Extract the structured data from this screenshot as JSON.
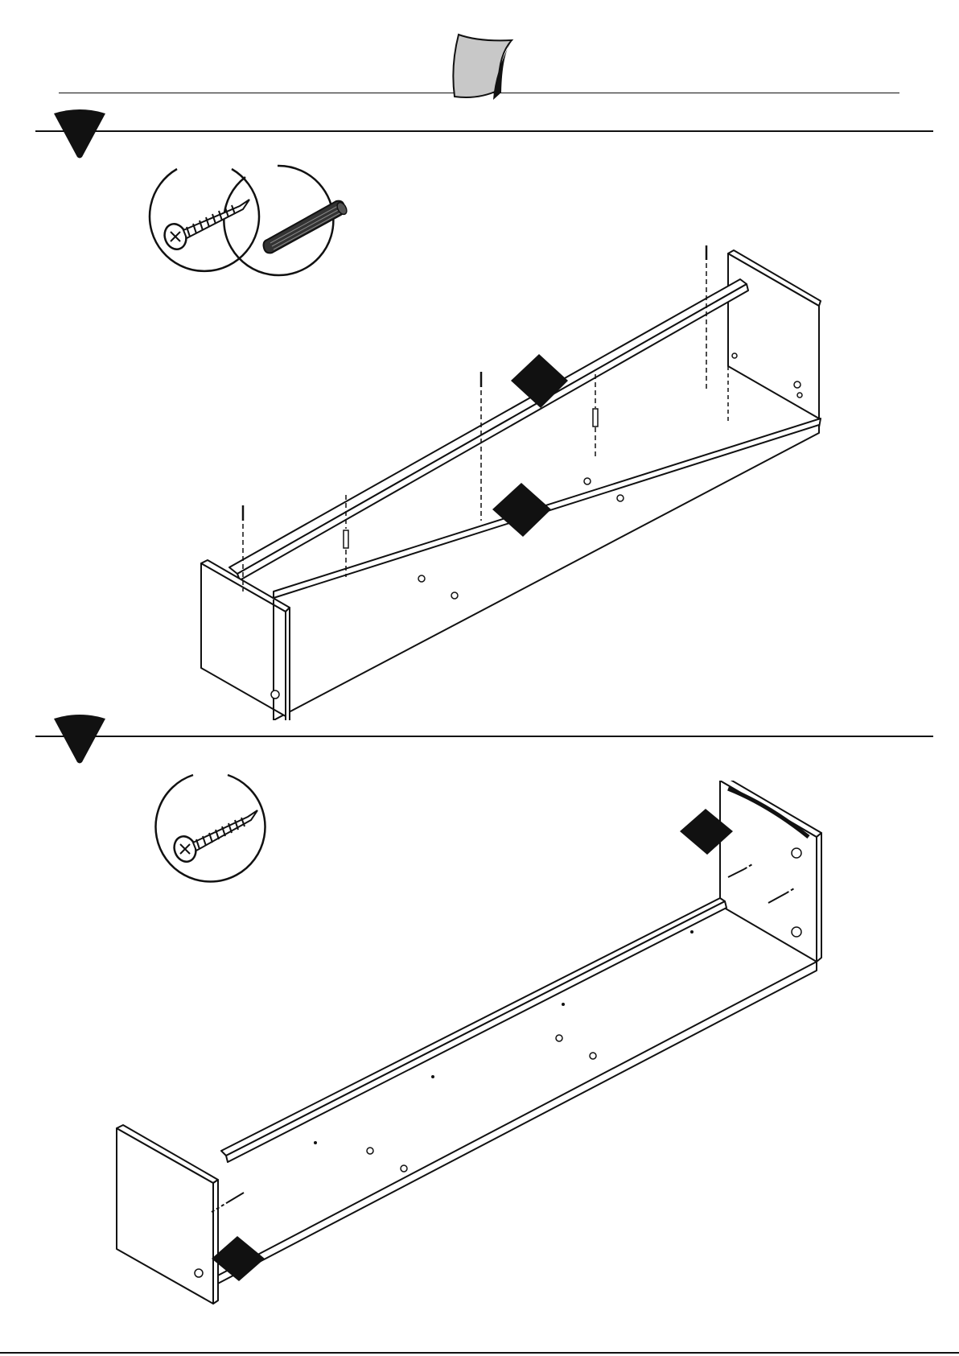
{
  "document": {
    "page_type": "assembly-instructions",
    "colors": {
      "ink": "#111111",
      "logo_fill": "#c8c8c8",
      "background": "#ffffff"
    },
    "icons": {
      "header": "page-curl-logo-icon",
      "step_marker": "black-shield-icon",
      "part_callout": "black-diamond-icon",
      "hardware": [
        "wood-screw-icon",
        "wooden-dowel-icon"
      ]
    },
    "steps": [
      {
        "hardware": [
          "wood-screw-icon",
          "wooden-dowel-icon"
        ],
        "callouts": 2
      },
      {
        "hardware": [
          "wood-screw-icon"
        ],
        "callouts": 2
      }
    ]
  }
}
